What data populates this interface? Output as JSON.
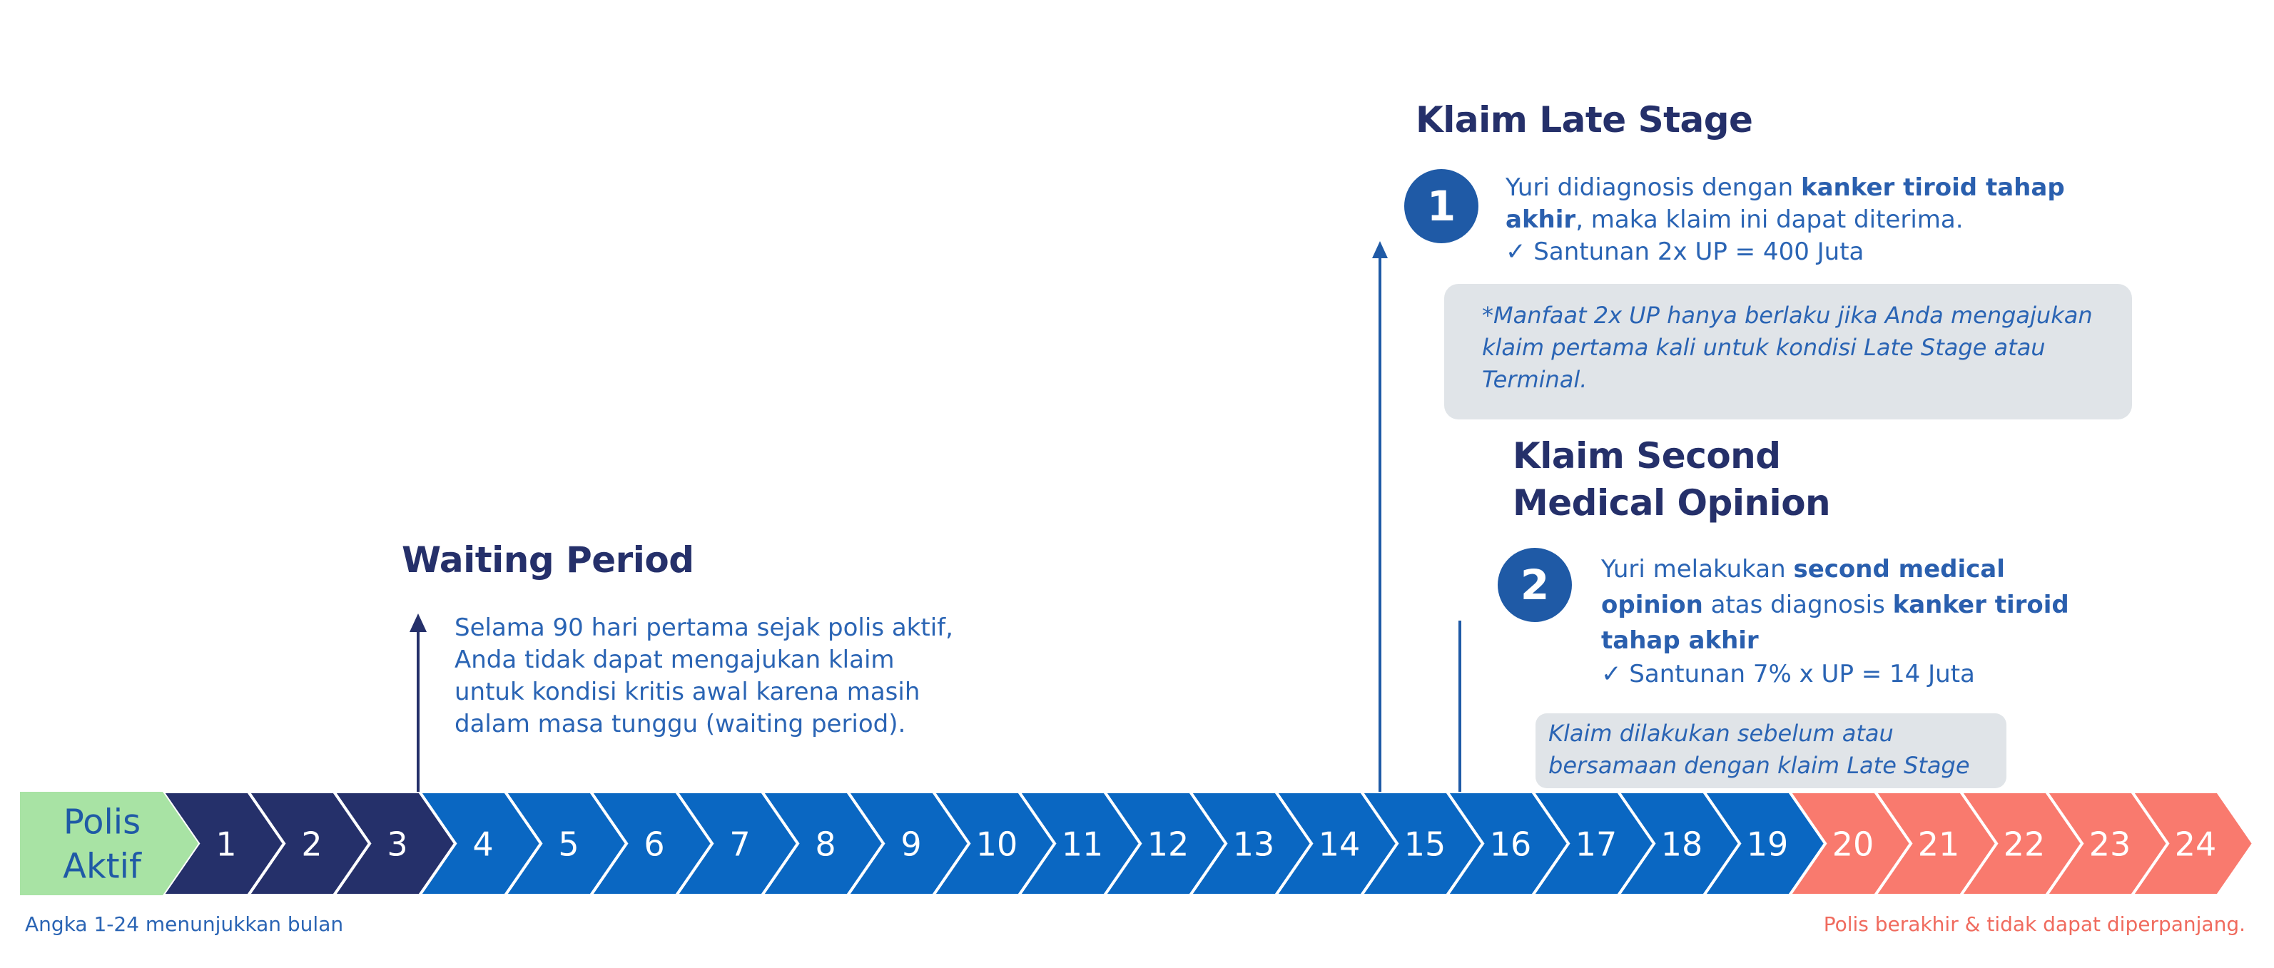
{
  "colors": {
    "start": "#a8e3a4",
    "dark_navy": "#25306a",
    "blue": "#0a67c2",
    "salmon": "#f97a6e",
    "accent_blue": "#1f5aa6",
    "heading": "#25306a",
    "text_blue": "#2a64b4",
    "note_bg": "#e0e4e8",
    "footnote_blue": "#2a64b4",
    "footnote_red": "#f06b5e"
  },
  "timeline": {
    "start_label_line1": "Polis",
    "start_label_line2": "Aktif",
    "months": [
      "1",
      "2",
      "3",
      "4",
      "5",
      "6",
      "7",
      "8",
      "9",
      "10",
      "11",
      "12",
      "13",
      "14",
      "15",
      "16",
      "17",
      "18",
      "19",
      "20",
      "21",
      "22",
      "23",
      "24"
    ],
    "dark_months": [
      1,
      2,
      3
    ],
    "salmon_months": [
      20,
      21,
      22,
      23,
      24
    ]
  },
  "waiting_period": {
    "title": "Waiting Period",
    "desc_line1": "Selama 90 hari pertama sejak polis aktif,",
    "desc_line2": "Anda tidak dapat mengajukan klaim",
    "desc_line3": "untuk kondisi kritis awal karena masih",
    "desc_line4": "dalam masa tunggu (waiting period).",
    "marker_month": 3
  },
  "late_stage": {
    "title": "Klaim Late Stage",
    "badge": "1",
    "desc_1": "Yuri didiagnosis dengan ",
    "desc_bold_1": "kanker tiroid tahap",
    "desc_bold_2": "akhir",
    "desc_2": ", maka klaim ini dapat diterima.",
    "benefit": "✓  Santunan 2x UP = 400 Juta",
    "note_line1": "*Manfaat 2x UP hanya berlaku jika Anda mengajukan",
    "note_line2": "klaim pertama kali untuk kondisi Late Stage atau",
    "note_line3": "Terminal.",
    "marker_month": 15
  },
  "second_opinion": {
    "title_line1": "Klaim Second",
    "title_line2": "Medical Opinion",
    "badge": "2",
    "desc_1": "Yuri melakukan ",
    "desc_bold_1": "second medical",
    "desc_bold_2": "opinion",
    "desc_2": " atas diagnosis ",
    "desc_bold_3": "kanker tiroid",
    "desc_bold_4": "tahap akhir",
    "benefit": "✓  Santunan 7% x UP = 14 Juta",
    "note_line1": "Klaim dilakukan sebelum atau",
    "note_line2": "bersamaan dengan klaim Late Stage",
    "marker_month": 16
  },
  "footnotes": {
    "left": "Angka 1-24 menunjukkan bulan",
    "right": "Polis berakhir & tidak dapat diperpanjang."
  }
}
